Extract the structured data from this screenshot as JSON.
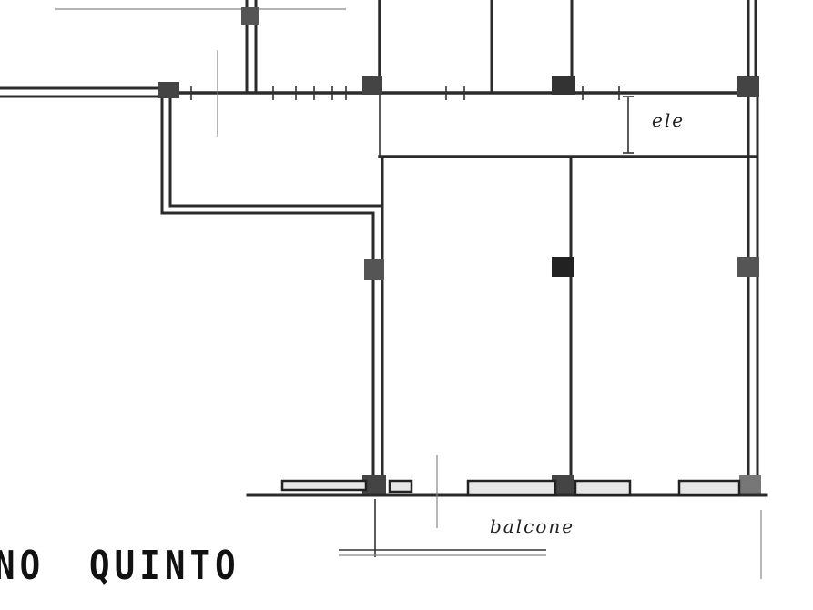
{
  "labels": {
    "elevator": "ele",
    "balcony": "balcone"
  },
  "title": {
    "left_fragment": "NO",
    "floor_word": "QUINTO"
  },
  "colors": {
    "ink": "#222222",
    "wall_fill": "#e6e6e6",
    "paper": "#ffffff"
  }
}
